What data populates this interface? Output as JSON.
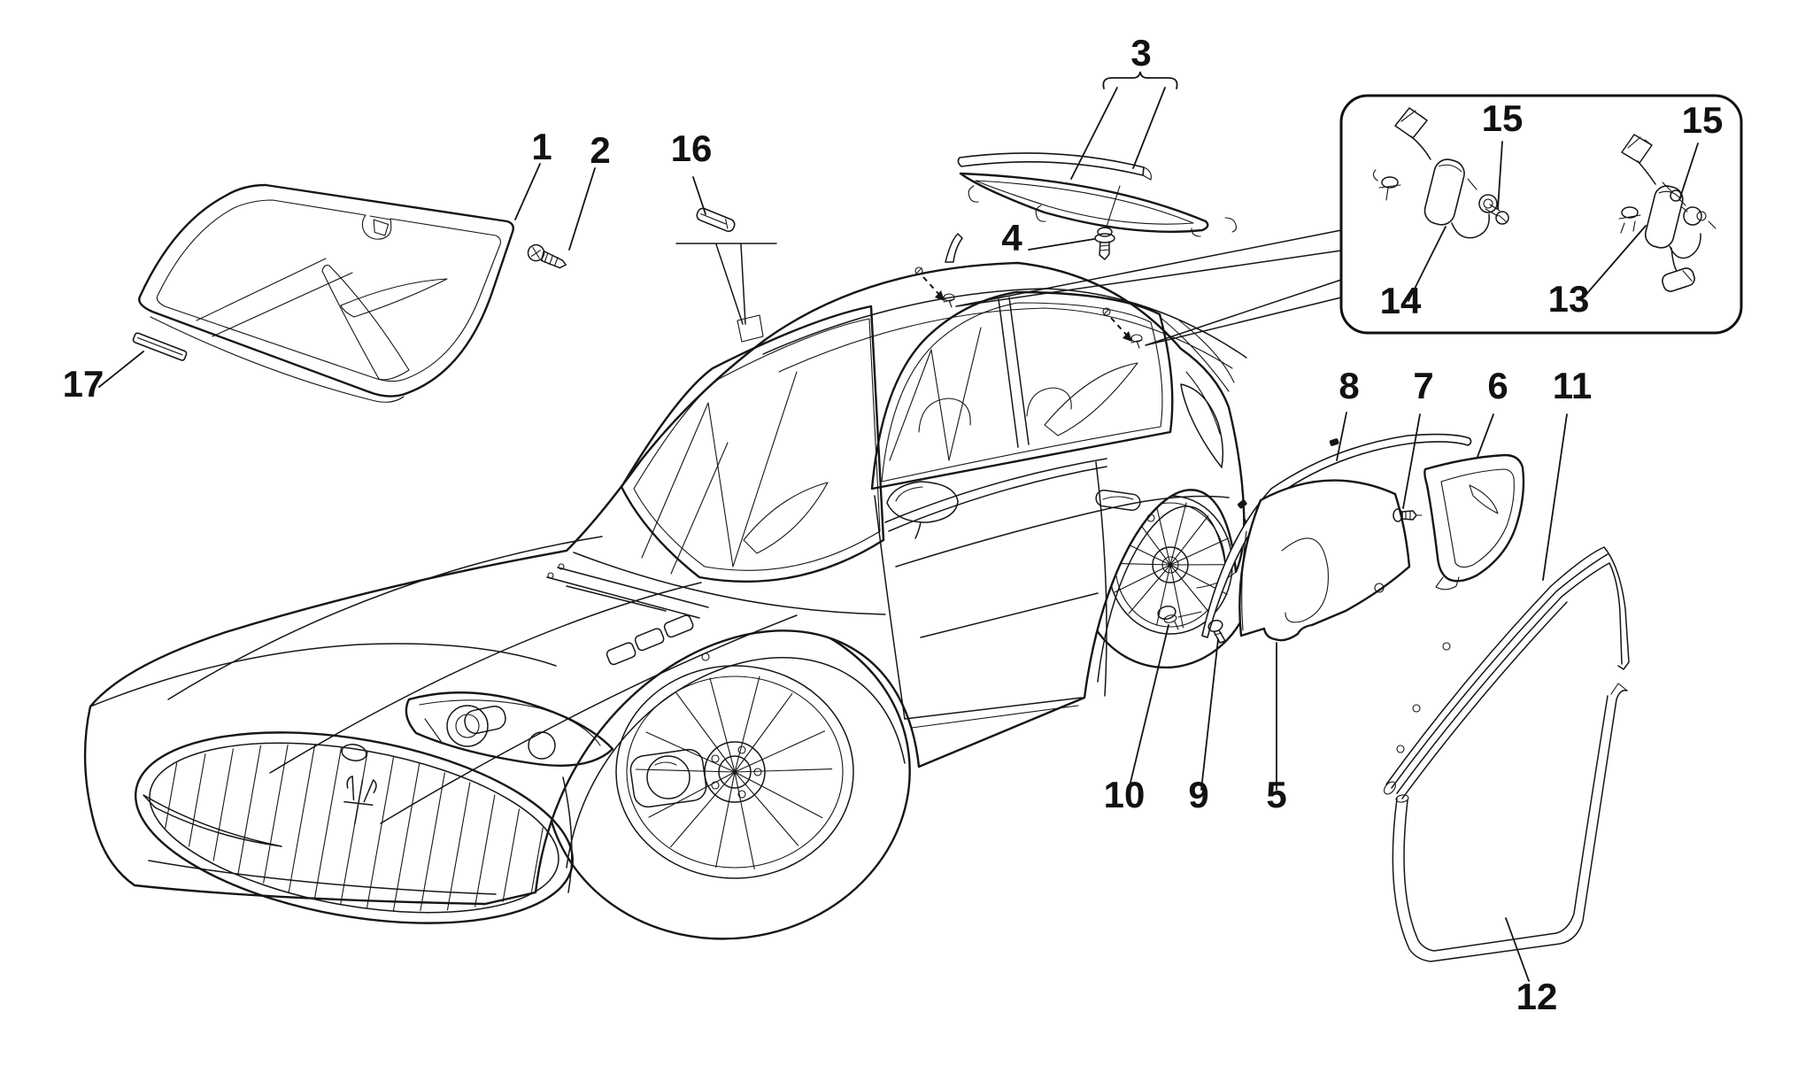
{
  "diagram": {
    "background": "#ffffff",
    "line_color": "#161616",
    "callouts": {
      "c1": {
        "label": "1"
      },
      "c2": {
        "label": "2"
      },
      "c3": {
        "label": "3"
      },
      "c4": {
        "label": "4"
      },
      "c5": {
        "label": "5"
      },
      "c6": {
        "label": "6"
      },
      "c7": {
        "label": "7"
      },
      "c8": {
        "label": "8"
      },
      "c9": {
        "label": "9"
      },
      "c10": {
        "label": "10"
      },
      "c11": {
        "label": "11"
      },
      "c12": {
        "label": "12"
      },
      "c13": {
        "label": "13"
      },
      "c14": {
        "label": "14"
      },
      "c15a": {
        "label": "15"
      },
      "c15b": {
        "label": "15"
      },
      "c16": {
        "label": "16"
      },
      "c17": {
        "label": "17"
      }
    }
  }
}
